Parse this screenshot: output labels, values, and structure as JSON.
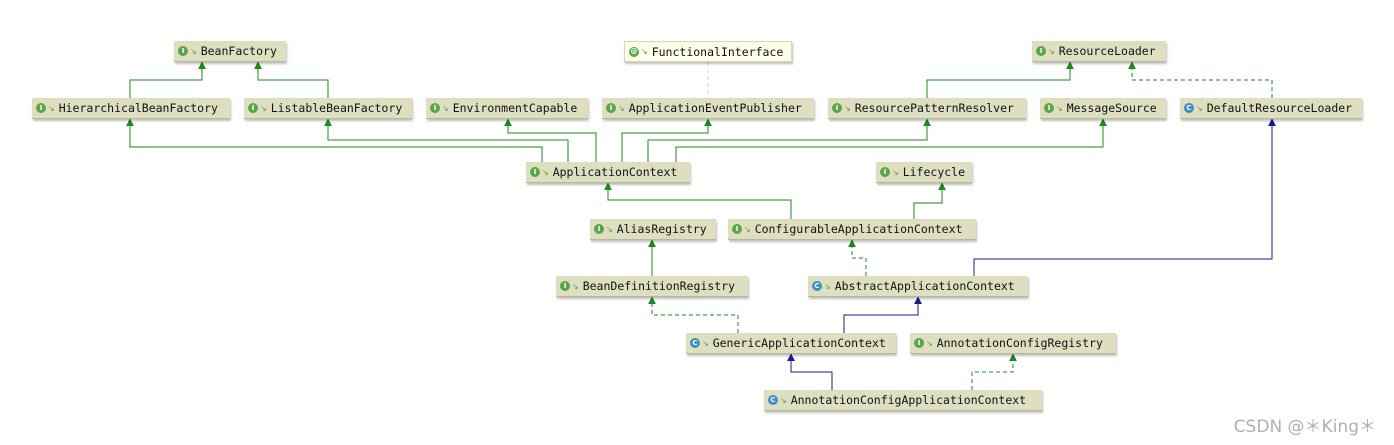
{
  "nodes": {
    "BeanFactory": {
      "label": "BeanFactory",
      "kind": "interface"
    },
    "FunctionalInterface": {
      "label": "FunctionalInterface",
      "kind": "annotation"
    },
    "ResourceLoader": {
      "label": "ResourceLoader",
      "kind": "interface"
    },
    "HierarchicalBeanFactory": {
      "label": "HierarchicalBeanFactory",
      "kind": "interface"
    },
    "ListableBeanFactory": {
      "label": "ListableBeanFactory",
      "kind": "interface"
    },
    "EnvironmentCapable": {
      "label": "EnvironmentCapable",
      "kind": "interface"
    },
    "ApplicationEventPublisher": {
      "label": "ApplicationEventPublisher",
      "kind": "interface"
    },
    "ResourcePatternResolver": {
      "label": "ResourcePatternResolver",
      "kind": "interface"
    },
    "MessageSource": {
      "label": "MessageSource",
      "kind": "interface"
    },
    "DefaultResourceLoader": {
      "label": "DefaultResourceLoader",
      "kind": "class"
    },
    "ApplicationContext": {
      "label": "ApplicationContext",
      "kind": "interface"
    },
    "Lifecycle": {
      "label": "Lifecycle",
      "kind": "interface"
    },
    "AliasRegistry": {
      "label": "AliasRegistry",
      "kind": "interface"
    },
    "ConfigurableApplicationContext": {
      "label": "ConfigurableApplicationContext",
      "kind": "interface"
    },
    "BeanDefinitionRegistry": {
      "label": "BeanDefinitionRegistry",
      "kind": "interface"
    },
    "AbstractApplicationContext": {
      "label": "AbstractApplicationContext",
      "kind": "class"
    },
    "GenericApplicationContext": {
      "label": "GenericApplicationContext",
      "kind": "class"
    },
    "AnnotationConfigRegistry": {
      "label": "AnnotationConfigRegistry",
      "kind": "interface"
    },
    "AnnotationConfigApplicationContext": {
      "label": "AnnotationConfigApplicationContext",
      "kind": "class"
    }
  },
  "badges": {
    "interface": "I",
    "class": "C",
    "annotation": "@"
  },
  "colors": {
    "interface_extends": "#1e8a1e",
    "class_extends": "#1a1a8c",
    "implements": "#1e8a1e",
    "annotation_link": "#e8d9b0"
  },
  "watermark": "CSDN @＊King＊"
}
